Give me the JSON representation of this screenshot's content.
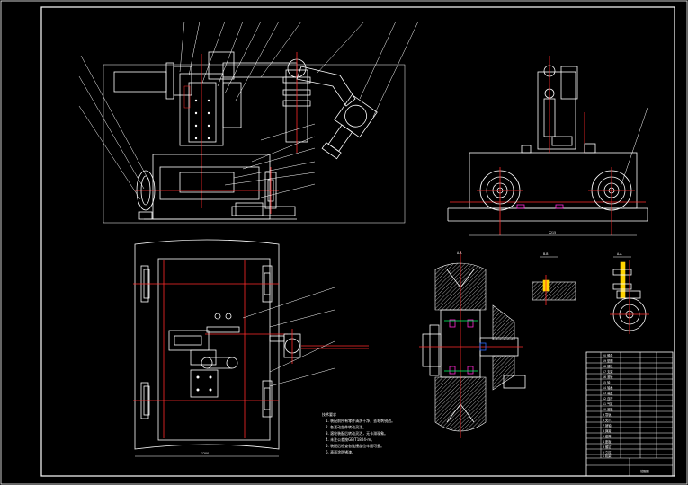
{
  "drawing": {
    "colors": {
      "background": "#000000",
      "outline": "#ffffff",
      "center_line": "#ff2a2a",
      "magenta": "#ff2ad4",
      "green": "#00ff66",
      "yellow": "#ffd400",
      "blue": "#2a6bff"
    },
    "notes_lines": [
      "技术要求",
      "1. 装配前所有零件清洗干净，去毛刺锐边。",
      "2. 各活动部件转动灵活。",
      "3. 滚轮装配后转动灵活，无卡滞现象。",
      "4. 未注公差按GB/T1804-m。",
      "5. 装配后检查各连接部位牢固可靠。",
      "6. 表面涂防锈漆。"
    ],
    "title_block": {
      "rows": [
        "20 螺母",
        "19 垫圈",
        "18 螺栓",
        "17 支架",
        "16 滚轮",
        "15 轴",
        "14 轴承",
        "13 端盖",
        "12 连杆",
        "11 气缸",
        "10 底板",
        "9 导轨",
        "8 夹爪",
        "7 销轴",
        "6 弹簧",
        "5 套筒",
        "4 座板",
        "3 螺钉",
        "2 立柱",
        "1 机架"
      ],
      "bottom_label": "装配图"
    },
    "section_labels": [
      "A-A",
      "B-B"
    ]
  }
}
